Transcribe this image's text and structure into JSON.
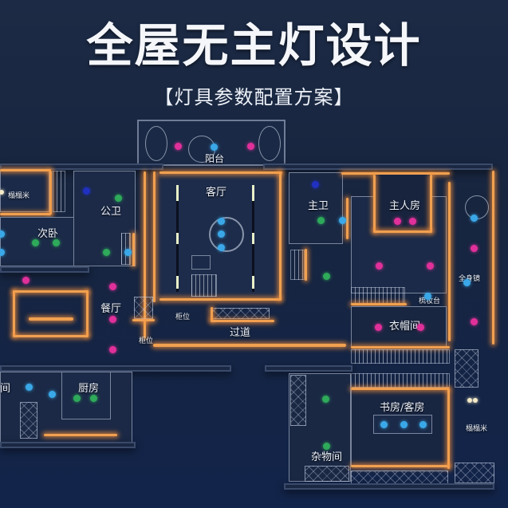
{
  "header": {
    "title": "全屋无主灯设计",
    "subtitle": "【灯具参数配置方案】"
  },
  "colors": {
    "background": "#17253f",
    "wall": "#1a2844",
    "led_strip": "#f0a050",
    "dot_magenta": "#e0309a",
    "dot_blue": "#3aa8e8",
    "dot_green": "#2eaa5a",
    "dot_deep_blue": "#2030c0",
    "dot_warm": "#f4eac8"
  },
  "rooms": {
    "balcony": "阳台",
    "living_room": "客厅",
    "master_bath": "主卫",
    "master_bedroom": "主人房",
    "public_bath": "公卫",
    "second_bedroom": "次卧",
    "tatami_left": "榻榻米",
    "dining_room": "餐厅",
    "corridor": "过道",
    "cabinet_1": "柜位",
    "cabinet_2": "柜位",
    "full_length_mirror": "全身镜",
    "vanity": "梳妆台",
    "cloakroom": "衣帽间",
    "kitchen": "厨房",
    "room_left_edge": "间",
    "study_guest_room": "书房/客房",
    "tatami_right": "榻榻米",
    "storage_room": "杂物间"
  }
}
